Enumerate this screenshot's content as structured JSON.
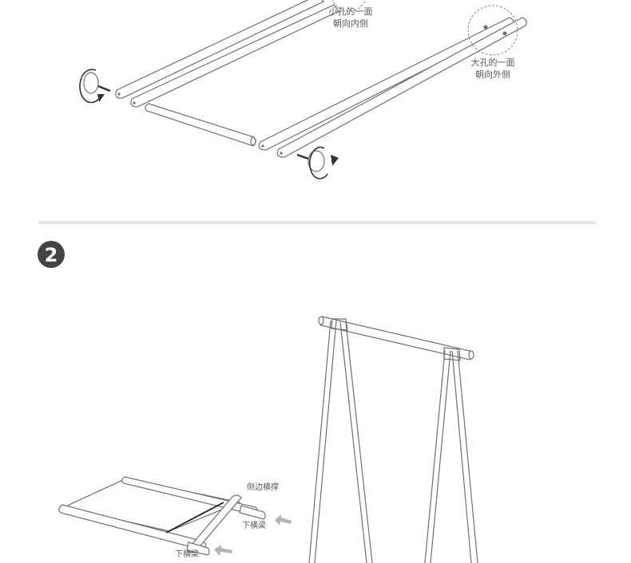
{
  "step1": {
    "label_small_hole": [
      "小孔的一面",
      "朝向内侧"
    ],
    "label_large_hole": [
      "大孔的一面",
      "朝向外侧"
    ]
  },
  "step2": {
    "number": "2",
    "label_side_brace": "侧边横撑",
    "label_lower_beam_a": "下横梁",
    "label_lower_beam_b": "下横梁"
  },
  "colors": {
    "line": "#6f6f6f",
    "badge": "#444444",
    "divider": "#e6e6e6",
    "arrow": "#b5b5b5",
    "label_text": "#5a5a5a"
  }
}
